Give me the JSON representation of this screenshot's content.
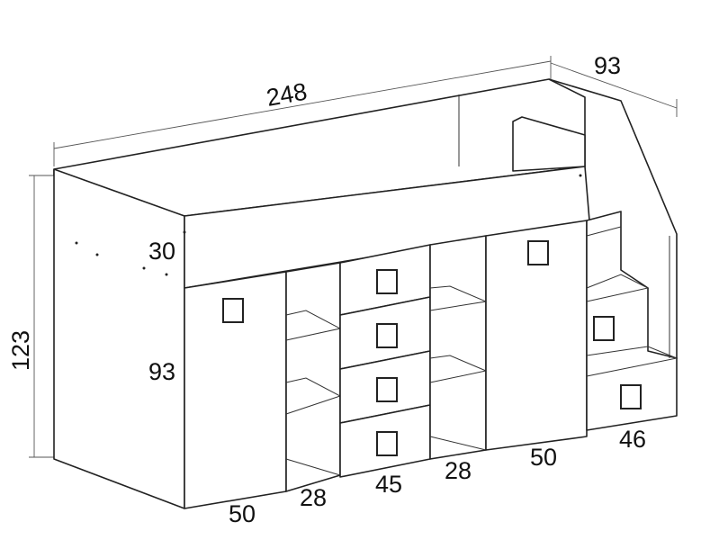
{
  "dimensions": {
    "total_length": "248",
    "depth": "93",
    "total_height": "123",
    "rail_height": "30",
    "door_height": "93",
    "left_door_width": "50",
    "left_shelf_width": "28",
    "drawer_width": "45",
    "right_shelf_width": "28",
    "right_door_width": "50",
    "stairs_width": "46"
  }
}
